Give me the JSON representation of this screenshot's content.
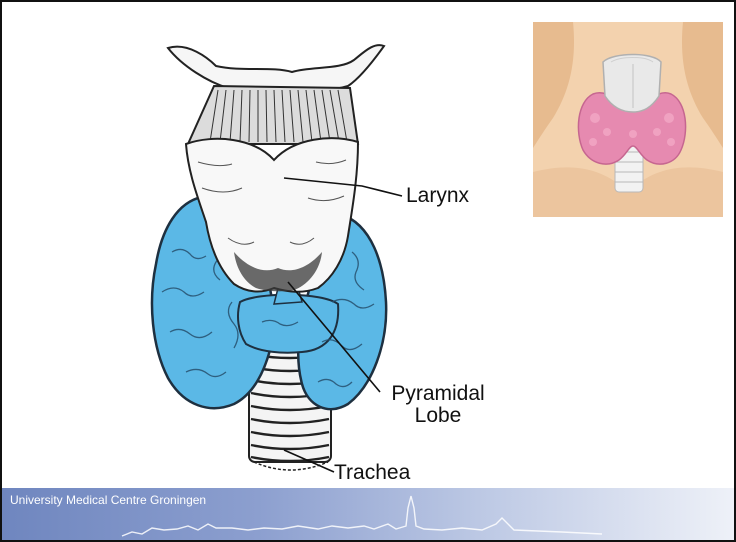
{
  "labels": {
    "larynx": "Larynx",
    "pyramidal_lobe": "Pyramidal\nLobe",
    "trachea": "Trachea"
  },
  "footer": {
    "institution": "University Medical Centre Groningen"
  },
  "colors": {
    "thyroid_blue": "#5bb8e6",
    "inset_skin": "#f3d2ae",
    "inset_gland": "#e68ab0",
    "footer_blue": "#7f93c8"
  }
}
